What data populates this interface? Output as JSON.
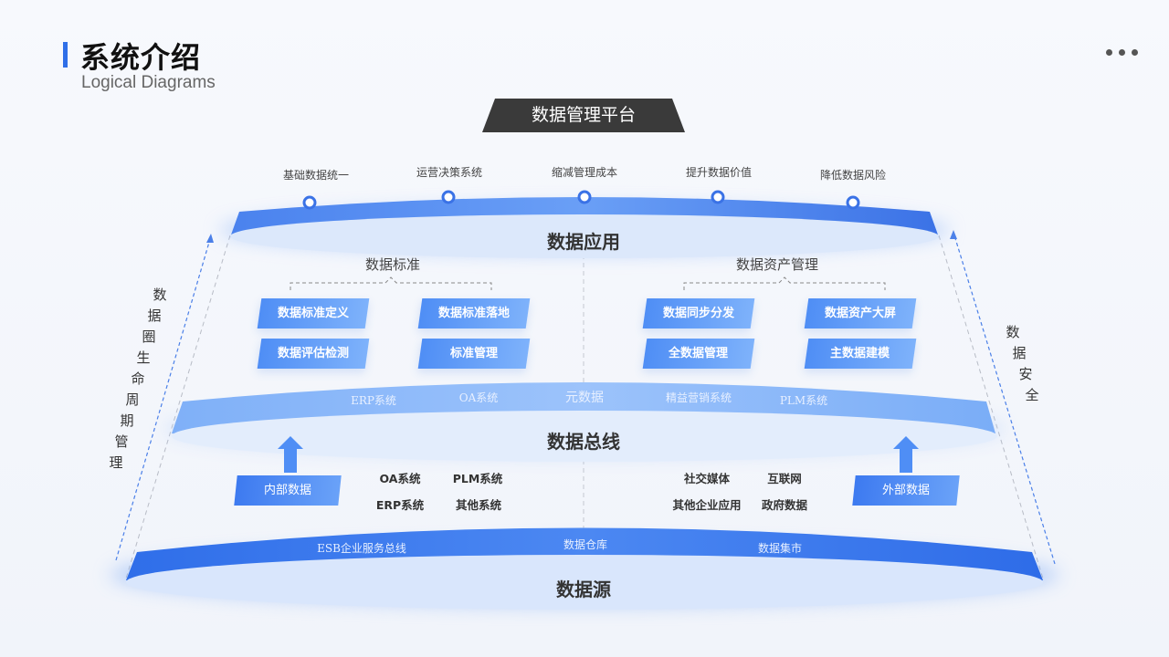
{
  "header": {
    "title": "系统介绍",
    "subtitle": "Logical Diagrams",
    "more_icon": "more-dots-icon"
  },
  "platform": {
    "label": "数据管理平台"
  },
  "goals": [
    "基础数据统一",
    "运营决策系统",
    "缩减管理成本",
    "提升数据价值",
    "降低数据风险"
  ],
  "layers": {
    "application": {
      "label": "数据应用"
    },
    "bus": {
      "label": "数据总线",
      "ring_items": [
        "ERP系统",
        "OA系统",
        "元数据",
        "精益营销系统",
        "PLM系统"
      ]
    },
    "source": {
      "label": "数据源",
      "ring_items": [
        "ESB企业服务总线",
        "数据仓库",
        "数据集市"
      ]
    }
  },
  "standards": {
    "title": "数据标准",
    "items": [
      "数据标准定义",
      "数据标准落地",
      "数据评估检测",
      "标准管理"
    ]
  },
  "asset_management": {
    "title": "数据资产管理",
    "items": [
      "数据同步分发",
      "数据资产大屏",
      "全数据管理",
      "主数据建模"
    ]
  },
  "internal": {
    "label": "内部数据",
    "systems": [
      "OA系统",
      "PLM系统",
      "ERP系统",
      "其他系统"
    ]
  },
  "external": {
    "label": "外部数据",
    "systems": [
      "社交媒体",
      "互联网",
      "其他企业应用",
      "政府数据"
    ]
  },
  "side_left": [
    "数",
    "据",
    "圈",
    "生",
    "命",
    "周",
    "期",
    "管",
    "理"
  ],
  "side_right": [
    "数",
    "据",
    "安",
    "全"
  ],
  "colors": {
    "accent": "#2f6fe8",
    "band_dark": "#3b76ea",
    "band_light": "#7fb0f8",
    "platform_bg": "#3a3a3a"
  }
}
